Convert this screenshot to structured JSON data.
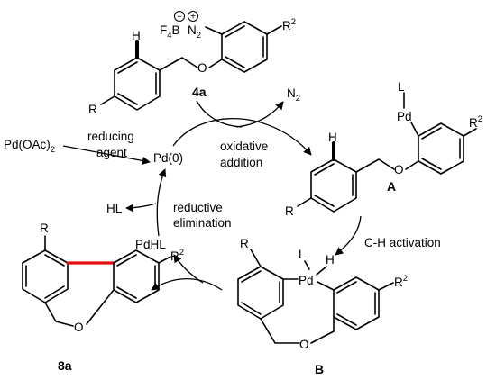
{
  "substrate": {
    "h": "H",
    "bf4": "F",
    "bf4_sub": "4",
    "bf4_b": "B",
    "n2": "N",
    "n2_sub": "2",
    "charge_minus": "−",
    "charge_plus": "+",
    "o": "O",
    "r": "R",
    "r2": "R",
    "r2_sup": "2",
    "label": "4a"
  },
  "intermediate_a": {
    "l": "L",
    "pd": "Pd",
    "h": "H",
    "o": "O",
    "r": "R",
    "r2": "R",
    "r2_sup": "2",
    "label": "A"
  },
  "intermediate_b": {
    "l": "L",
    "pd": "Pd",
    "h": "H",
    "o": "O",
    "r": "R",
    "r2": "R",
    "r2_sup": "2",
    "label": "B"
  },
  "product": {
    "r": "R",
    "r2": "R",
    "r2_sup": "2",
    "o": "O",
    "label": "8a"
  },
  "cycle": {
    "pd0": "Pd(0)",
    "pdhl": "PdHL",
    "hl": "HL",
    "pd_oac2": "Pd(OAc)",
    "pd_oac2_sub": "2",
    "reducing_1": "reducing",
    "reducing_2": "agent",
    "oxidative_1": "oxidative",
    "oxidative_2": "addition",
    "reductive_1": "reductive",
    "reductive_2": "elimination",
    "ch_activation": "C-H activation",
    "n2_release": "N",
    "n2_release_sub": "2"
  },
  "colors": {
    "bond": "#000000",
    "new_bond": "#e01010",
    "background": "#ffffff"
  }
}
